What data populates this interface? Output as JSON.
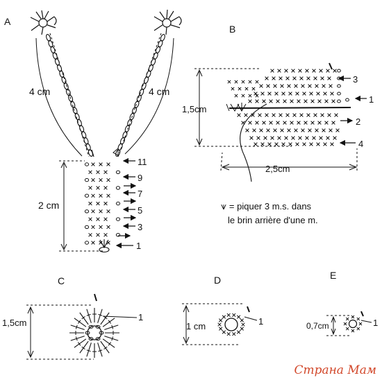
{
  "diagram": {
    "panel_a": {
      "label": "A",
      "strap_length": "4 cm",
      "body_height": "2 cm",
      "rows": [
        "1",
        "3",
        "5",
        "7",
        "9",
        "11"
      ]
    },
    "panel_b": {
      "label": "B",
      "height": "1,5cm",
      "width": "2,5cm",
      "rows": [
        "3",
        "1",
        "2",
        "4"
      ]
    },
    "panel_c": {
      "label": "C",
      "diameter": "1,5cm",
      "row": "1"
    },
    "panel_d": {
      "label": "D",
      "diameter": "1 cm",
      "row": "1"
    },
    "panel_e": {
      "label": "E",
      "diameter": "0,7cm",
      "row": "1"
    },
    "legend": {
      "symbol": "⩛",
      "text_line1": "= piquer 3 m.s. dans",
      "text_line2": "le brin arrière d'une m."
    }
  },
  "watermark": "Страна Мам"
}
